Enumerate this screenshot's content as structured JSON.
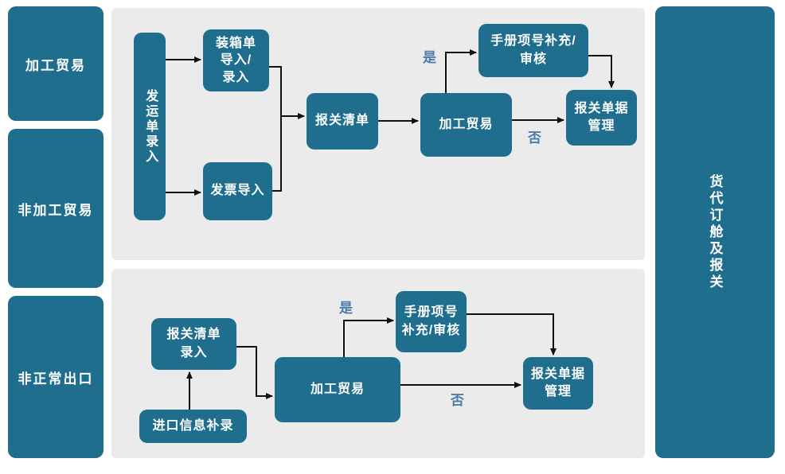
{
  "colors": {
    "node_fill": "#1f6e8e",
    "panel_background": "#ebebeb",
    "decision_label": "#4d7ca8",
    "arrow": "#111111",
    "page_background": "#ffffff",
    "node_text": "#ffffff"
  },
  "lanes": {
    "processing_trade": "加工贸易",
    "non_processing_trade": "非加工贸易",
    "abnormal_export": "非正常出口",
    "freight_booking": "货代订舱及报关"
  },
  "top_flow": {
    "shipping_order_entry": "发运单录入",
    "packing_list_import": "装箱单\n导入/\n录入",
    "invoice_import": "发票导入",
    "declaration_list": "报关清单",
    "processing_trade": "加工贸易",
    "manual_item_check": "手册项号补充/\n审核",
    "declaration_doc_mgmt": "报关单据\n管理",
    "label_yes": "是",
    "label_no": "否"
  },
  "bottom_flow": {
    "declaration_list_entry": "报关清单\n录入",
    "import_info_supplement": "进口信息补录",
    "processing_trade": "加工贸易",
    "manual_item_check": "手册项号\n补充/审核",
    "declaration_doc_mgmt": "报关单据\n管理",
    "label_yes": "是",
    "label_no": "否"
  }
}
